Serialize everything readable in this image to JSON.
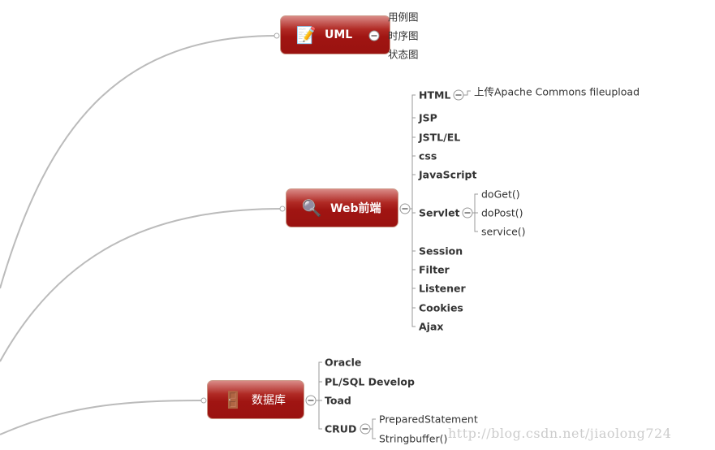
{
  "uml": {
    "title": "UML",
    "children": [
      "用例图",
      "时序图",
      "状态图"
    ]
  },
  "web": {
    "title": "Web前端",
    "children": [
      "HTML",
      "JSP",
      "JSTL/EL",
      "css",
      "JavaScript",
      "Servlet",
      "Session",
      "Filter",
      "Listener",
      "Cookies",
      "Ajax"
    ],
    "html_child": "上传Apache Commons fileupload",
    "servlet_children": [
      "doGet()",
      "doPost()",
      "service()"
    ]
  },
  "db": {
    "title": "数据库",
    "children": [
      "Oracle",
      "PL/SQL Develop",
      "Toad",
      "CRUD"
    ],
    "crud_children": [
      "PreparedStatement",
      "Stringbuffer()"
    ]
  },
  "watermark": "http://blog.csdn.net/jiaolong724"
}
